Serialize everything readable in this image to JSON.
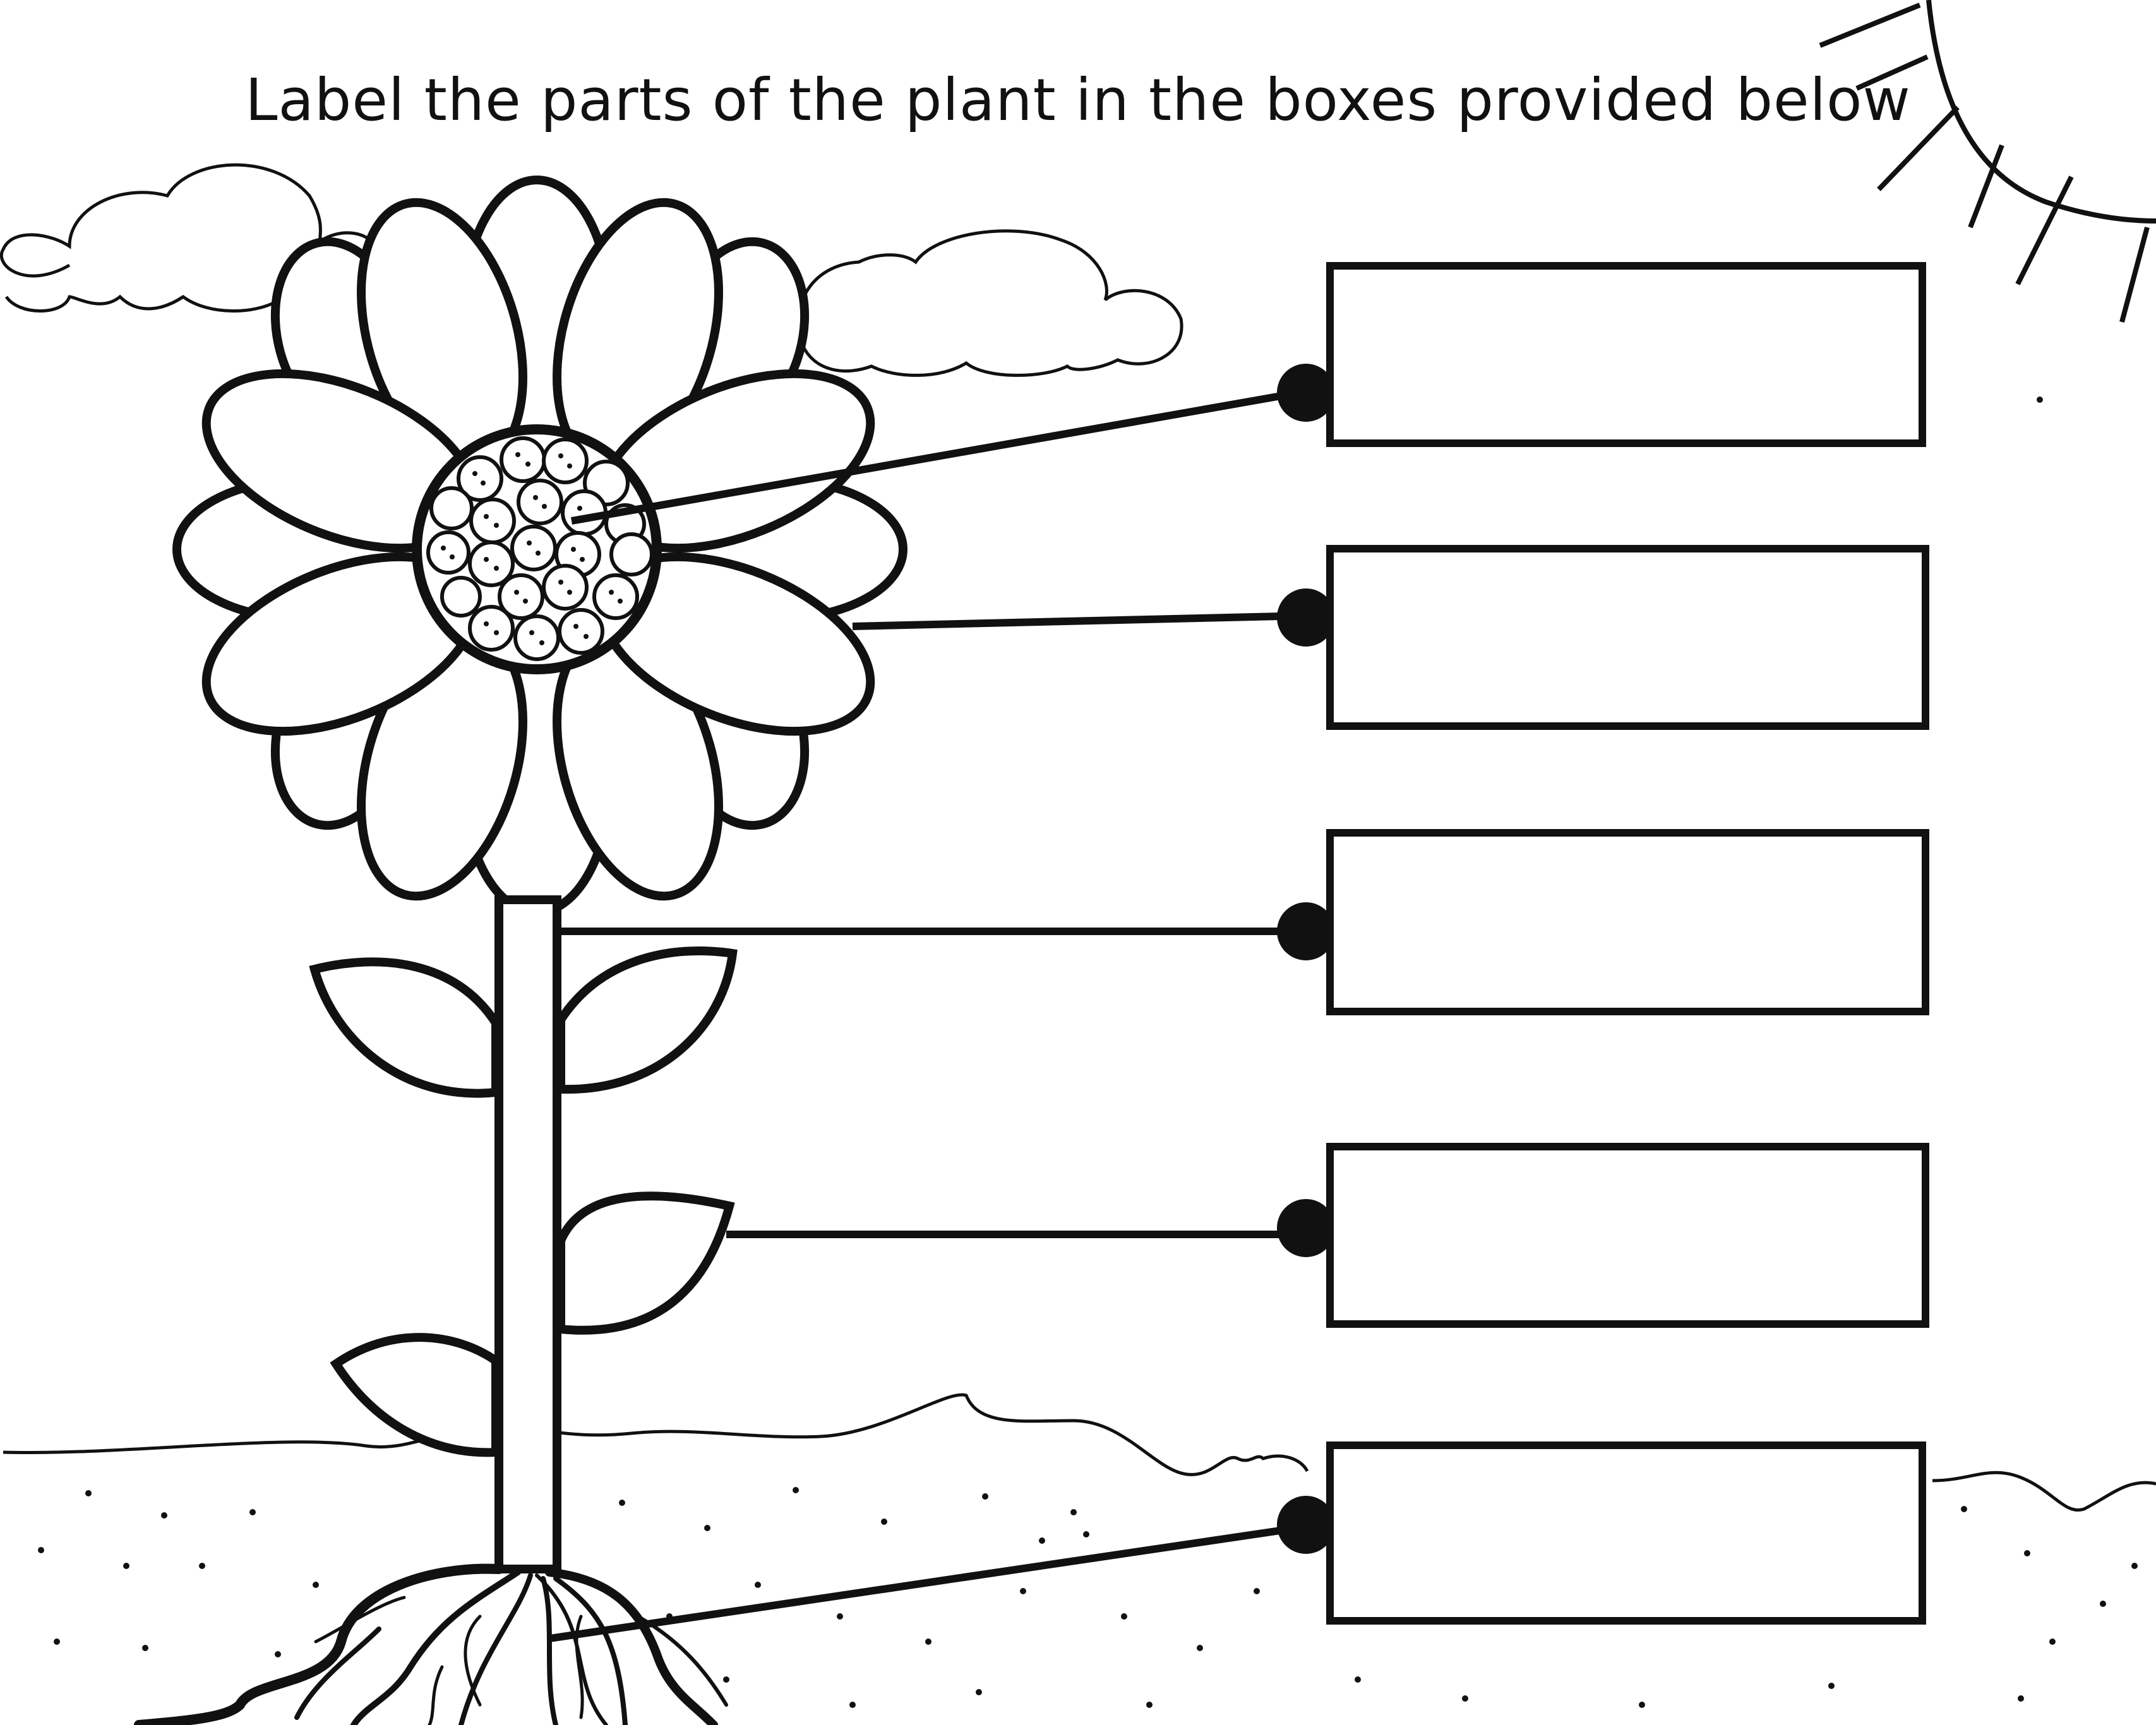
{
  "worksheet": {
    "title": "Label the parts of the plant in the boxes provided below"
  },
  "answer_boxes": [
    {
      "id": "box-1",
      "points_to": "flower center",
      "value": ""
    },
    {
      "id": "box-2",
      "points_to": "petal",
      "value": ""
    },
    {
      "id": "box-3",
      "points_to": "stem",
      "value": ""
    },
    {
      "id": "box-4",
      "points_to": "leaf",
      "value": ""
    },
    {
      "id": "box-5",
      "points_to": "roots",
      "value": ""
    }
  ],
  "colors": {
    "ink": "#111111",
    "paper": "#ffffff"
  }
}
